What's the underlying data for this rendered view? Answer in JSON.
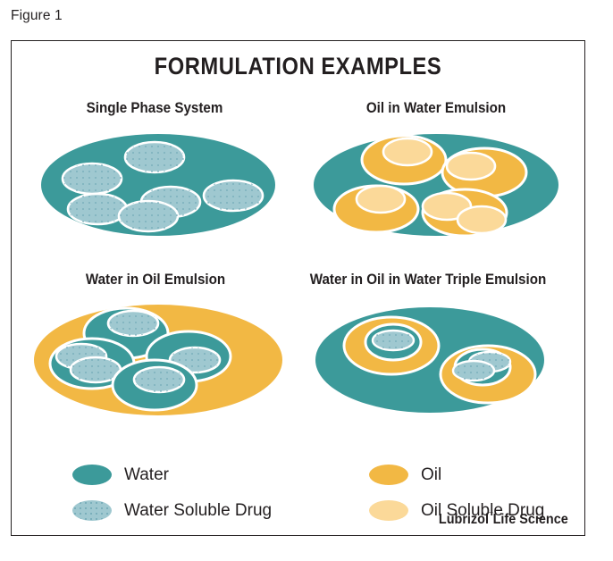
{
  "figure": {
    "caption": "Figure 1",
    "title": "FORMULATION EXAMPLES",
    "brand": "Lubrizol",
    "brand_tm": "¯",
    "brand_suffix": "Life Science"
  },
  "colors": {
    "water": "#3c9a9a",
    "oil": "#f2b844",
    "water_soluble_drug": "#9fc8d0",
    "oil_soluble_drug": "#fbd999",
    "outline": "#ffffff",
    "text": "#231f20",
    "frame": "#231f20",
    "background": "#ffffff",
    "drug_dot": "#6ea7b4"
  },
  "panels": [
    {
      "id": "single-phase-system",
      "title": "Single Phase System",
      "base_phase": "water",
      "description": "Teal water continuous phase containing six water soluble drug particles."
    },
    {
      "id": "oil-in-water-emulsion",
      "title": "Oil in Water Emulsion",
      "base_phase": "water",
      "description": "Teal water continuous phase with four oil droplets, each holding oil soluble drug particles."
    },
    {
      "id": "water-in-oil-emulsion",
      "title": "Water in Oil Emulsion",
      "base_phase": "oil",
      "description": "Orange oil continuous phase with four water droplets, each holding water soluble drug particles."
    },
    {
      "id": "water-in-oil-in-water-triple-emulsion",
      "title": "Water in Oil in Water Triple Emulsion",
      "base_phase": "water",
      "description": "Teal water continuous phase with two oil droplets, each containing an inner water droplet holding water soluble drug particles."
    }
  ],
  "legend": {
    "items": [
      {
        "id": "water",
        "label": "Water",
        "swatch": "#3c9a9a",
        "dotted": false
      },
      {
        "id": "water-soluble-drug",
        "label": "Water Soluble Drug",
        "swatch": "#9fc8d0",
        "dotted": true
      },
      {
        "id": "oil",
        "label": "Oil",
        "swatch": "#f2b844",
        "dotted": false
      },
      {
        "id": "oil-soluble-drug",
        "label": "Oil Soluble Drug",
        "swatch": "#fbd999",
        "dotted": false
      }
    ]
  },
  "chart_data": {
    "type": "diagram",
    "title": "FORMULATION EXAMPLES",
    "categories": [
      "Single Phase System",
      "Oil in Water Emulsion",
      "Water in Oil Emulsion",
      "Water in Oil in Water Triple Emulsion"
    ],
    "legend_entries": [
      "Water",
      "Water Soluble Drug",
      "Oil",
      "Oil Soluble Drug"
    ],
    "legend_position": "bottom",
    "series": [
      {
        "name": "Single Phase System",
        "droplet_count": 0,
        "drug_particle_count": 6
      },
      {
        "name": "Oil in Water Emulsion",
        "droplet_count": 4,
        "drug_particle_count": 5
      },
      {
        "name": "Water in Oil Emulsion",
        "droplet_count": 4,
        "drug_particle_count": 5
      },
      {
        "name": "Water in Oil in Water Triple Emulsion",
        "droplet_count": 2,
        "drug_particle_count": 3
      }
    ]
  }
}
